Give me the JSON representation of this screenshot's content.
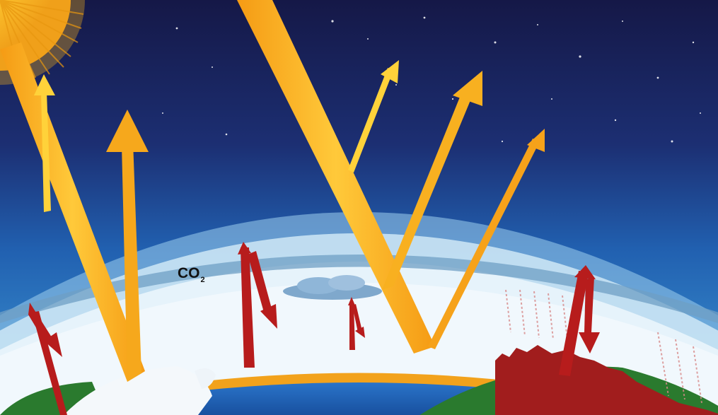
{
  "labels": {
    "co2_main": "CO",
    "co2_subscript": "2"
  },
  "colors": {
    "space_top": "#161a4e",
    "space_mid": "#1f4a9a",
    "atmosphere_light": "#d7ecf8",
    "atmosphere_band": "#86b9dc",
    "sunlight": "#f7b21f",
    "sunlight_light": "#ffd23a",
    "infrared": "#b71c1c",
    "ocean": "#1d5fb8",
    "land": "#2a7a2e",
    "ice": "#f4f8fb",
    "surface_glow": "#f2a21c"
  },
  "icons": [
    "sun-icon",
    "cloud-icon",
    "co2-label"
  ]
}
